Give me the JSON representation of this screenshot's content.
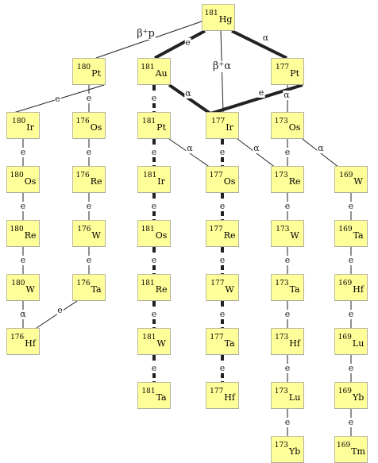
{
  "colors": {
    "box_fill": "#ffff99",
    "box_border": "#bdbda0",
    "line": "#222222"
  },
  "nuclides": [
    {
      "id": "hg181",
      "mass": "181",
      "symbol": "Hg"
    },
    {
      "id": "pt180",
      "mass": "180",
      "symbol": "Pt"
    },
    {
      "id": "au181",
      "mass": "181",
      "symbol": "Au"
    },
    {
      "id": "pt177",
      "mass": "177",
      "symbol": "Pt"
    },
    {
      "id": "ir180",
      "mass": "180",
      "symbol": "Ir"
    },
    {
      "id": "os176",
      "mass": "176",
      "symbol": "Os"
    },
    {
      "id": "pt181",
      "mass": "181",
      "symbol": "Pt"
    },
    {
      "id": "ir177",
      "mass": "177",
      "symbol": "Ir"
    },
    {
      "id": "os173",
      "mass": "173",
      "symbol": "Os"
    },
    {
      "id": "os180",
      "mass": "180",
      "symbol": "Os"
    },
    {
      "id": "re176",
      "mass": "176",
      "symbol": "Re"
    },
    {
      "id": "ir181",
      "mass": "181",
      "symbol": "Ir"
    },
    {
      "id": "os177",
      "mass": "177",
      "symbol": "Os"
    },
    {
      "id": "re173",
      "mass": "173",
      "symbol": "Re"
    },
    {
      "id": "w169",
      "mass": "169",
      "symbol": "W"
    },
    {
      "id": "re180",
      "mass": "180",
      "symbol": "Re"
    },
    {
      "id": "w176",
      "mass": "176",
      "symbol": "W"
    },
    {
      "id": "os181",
      "mass": "181",
      "symbol": "Os"
    },
    {
      "id": "re177",
      "mass": "177",
      "symbol": "Re"
    },
    {
      "id": "w173",
      "mass": "173",
      "symbol": "W"
    },
    {
      "id": "ta169",
      "mass": "169",
      "symbol": "Ta"
    },
    {
      "id": "w180",
      "mass": "180",
      "symbol": "W"
    },
    {
      "id": "ta176",
      "mass": "176",
      "symbol": "Ta"
    },
    {
      "id": "re181",
      "mass": "181",
      "symbol": "Re"
    },
    {
      "id": "w177",
      "mass": "177",
      "symbol": "W"
    },
    {
      "id": "ta173",
      "mass": "173",
      "symbol": "Ta"
    },
    {
      "id": "hf169",
      "mass": "169",
      "symbol": "Hf"
    },
    {
      "id": "hf176",
      "mass": "176",
      "symbol": "Hf"
    },
    {
      "id": "w181",
      "mass": "181",
      "symbol": "W"
    },
    {
      "id": "ta177",
      "mass": "177",
      "symbol": "Ta"
    },
    {
      "id": "hf173",
      "mass": "173",
      "symbol": "Hf"
    },
    {
      "id": "lu169",
      "mass": "169",
      "symbol": "Lu"
    },
    {
      "id": "ta181",
      "mass": "181",
      "symbol": "Ta"
    },
    {
      "id": "hf177",
      "mass": "177",
      "symbol": "Hf"
    },
    {
      "id": "lu173",
      "mass": "173",
      "symbol": "Lu"
    },
    {
      "id": "yb169",
      "mass": "169",
      "symbol": "Yb"
    },
    {
      "id": "yb173",
      "mass": "173",
      "symbol": "Yb"
    },
    {
      "id": "tm169",
      "mass": "169",
      "symbol": "Tm"
    }
  ],
  "decays": [
    {
      "from": "hg181",
      "to": "pt180",
      "mode": "β",
      "mode_sup": "+",
      "mode_suffix": "p",
      "bold": false
    },
    {
      "from": "hg181",
      "to": "au181",
      "mode": "e",
      "bold": true
    },
    {
      "from": "hg181",
      "to": "pt177",
      "mode": "α",
      "bold": true
    },
    {
      "from": "hg181",
      "to": "ir177",
      "mode": "β",
      "mode_sup": "+",
      "mode_suffix": "α",
      "bold": false
    },
    {
      "from": "au181",
      "to": "pt181",
      "mode": "e",
      "bold": true
    },
    {
      "from": "au181",
      "to": "ir177",
      "mode": "α",
      "bold": true
    },
    {
      "from": "pt177",
      "to": "ir177",
      "mode": "e",
      "bold": true
    },
    {
      "from": "pt177",
      "to": "os173",
      "mode": "α",
      "bold": false
    },
    {
      "from": "pt180",
      "to": "ir180",
      "mode": "e",
      "bold": false
    },
    {
      "from": "pt180",
      "to": "os176",
      "mode": "e",
      "bold": false
    },
    {
      "from": "ir180",
      "to": "os180",
      "mode": "e",
      "bold": false
    },
    {
      "from": "os180",
      "to": "re180",
      "mode": "e",
      "bold": false
    },
    {
      "from": "re180",
      "to": "w180",
      "mode": "e",
      "bold": false
    },
    {
      "from": "w180",
      "to": "hf176",
      "mode": "α",
      "bold": false
    },
    {
      "from": "os176",
      "to": "re176",
      "mode": "e",
      "bold": false
    },
    {
      "from": "re176",
      "to": "w176",
      "mode": "e",
      "bold": false
    },
    {
      "from": "w176",
      "to": "ta176",
      "mode": "e",
      "bold": false
    },
    {
      "from": "ta176",
      "to": "hf176",
      "mode": "e",
      "bold": false
    },
    {
      "from": "pt181",
      "to": "ir181",
      "mode": "e",
      "bold": true
    },
    {
      "from": "pt181",
      "to": "os177",
      "mode": "α",
      "bold": false
    },
    {
      "from": "ir181",
      "to": "os181",
      "mode": "e",
      "bold": true
    },
    {
      "from": "os181",
      "to": "re181",
      "mode": "e",
      "bold": true
    },
    {
      "from": "re181",
      "to": "w181",
      "mode": "e",
      "bold": true
    },
    {
      "from": "w181",
      "to": "ta181",
      "mode": "e",
      "bold": true
    },
    {
      "from": "ir177",
      "to": "os177",
      "mode": "e",
      "bold": true
    },
    {
      "from": "ir177",
      "to": "re173",
      "mode": "α",
      "bold": false
    },
    {
      "from": "os177",
      "to": "re177",
      "mode": "e",
      "bold": true
    },
    {
      "from": "re177",
      "to": "w177",
      "mode": "e",
      "bold": true
    },
    {
      "from": "w177",
      "to": "ta177",
      "mode": "e",
      "bold": true
    },
    {
      "from": "ta177",
      "to": "hf177",
      "mode": "e",
      "bold": true
    },
    {
      "from": "os173",
      "to": "re173",
      "mode": "e",
      "bold": false
    },
    {
      "from": "os173",
      "to": "w169",
      "mode": "α",
      "bold": false
    },
    {
      "from": "re173",
      "to": "w173",
      "mode": "e",
      "bold": false
    },
    {
      "from": "w173",
      "to": "ta173",
      "mode": "e",
      "bold": false
    },
    {
      "from": "ta173",
      "to": "hf173",
      "mode": "e",
      "bold": false
    },
    {
      "from": "hf173",
      "to": "lu173",
      "mode": "e",
      "bold": false
    },
    {
      "from": "lu173",
      "to": "yb173",
      "mode": "e",
      "bold": false
    },
    {
      "from": "w169",
      "to": "ta169",
      "mode": "e",
      "bold": false
    },
    {
      "from": "ta169",
      "to": "hf169",
      "mode": "e",
      "bold": false
    },
    {
      "from": "hf169",
      "to": "lu169",
      "mode": "e",
      "bold": false
    },
    {
      "from": "lu169",
      "to": "yb169",
      "mode": "e",
      "bold": false
    },
    {
      "from": "yb169",
      "to": "tm169",
      "mode": "e",
      "bold": false
    }
  ]
}
